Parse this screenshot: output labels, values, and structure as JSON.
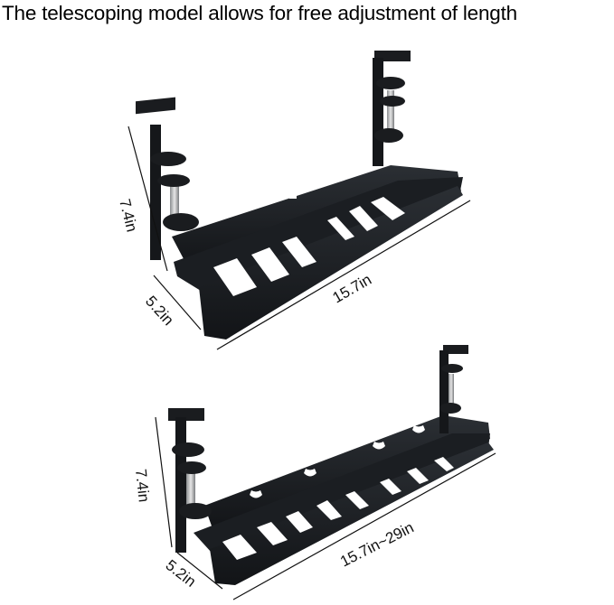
{
  "headline": "The telescoping model allows for free adjustment of length",
  "top_product": {
    "height_label": "7.4in",
    "depth_label": "5.2in",
    "length_label": "15.7in"
  },
  "bottom_product": {
    "height_label": "7.4in",
    "depth_label": "5.2in",
    "length_label": "15.7in~29in"
  },
  "colors": {
    "metal": "#17191c",
    "metal_edge": "#2c3035",
    "slot": "#ffffff",
    "dimension_line": "#111111"
  }
}
